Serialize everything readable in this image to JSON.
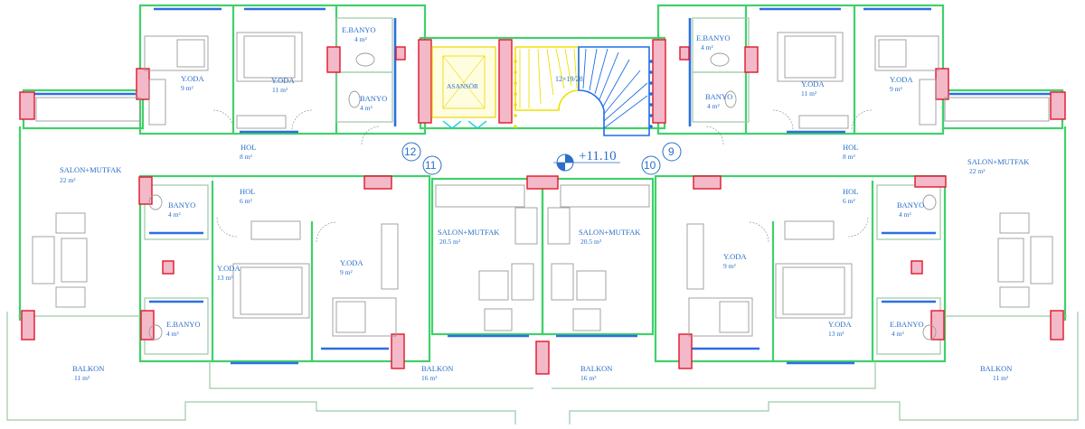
{
  "level": "+11.10",
  "apartments": [
    {
      "id": "a12",
      "number": "12"
    },
    {
      "id": "a11",
      "number": "11"
    },
    {
      "id": "a10",
      "number": "10"
    },
    {
      "id": "a9",
      "number": "9"
    }
  ],
  "elevator": {
    "label": "ASANSÖR"
  },
  "stair": {
    "note": "12×19/28"
  },
  "rooms": {
    "y_oda_9_tl": {
      "name": "Y.ODA",
      "area": "9 m²"
    },
    "y_oda_11_tl": {
      "name": "Y.ODA",
      "area": "11 m²"
    },
    "e_banyo_tl": {
      "name": "E.BANYO",
      "area": "4 m²"
    },
    "banyo_tl": {
      "name": "BANYO",
      "area": "4 m²"
    },
    "hol_8_l": {
      "name": "HOL",
      "area": "8 m²"
    },
    "salon_22_l": {
      "name": "SALON+MUTFAK",
      "area": "22 m²"
    },
    "hol_6_l": {
      "name": "HOL",
      "area": "6 m²"
    },
    "banyo_l": {
      "name": "BANYO",
      "area": "4 m²"
    },
    "y_oda_13_l": {
      "name": "Y.ODA",
      "area": "13 m²"
    },
    "y_oda_9_cl": {
      "name": "Y.ODA",
      "area": "9 m²"
    },
    "e_banyo_bl": {
      "name": "E.BANYO",
      "area": "4 m²"
    },
    "salon_205_cl": {
      "name": "SALON+MUTFAK",
      "area": "20.5 m²"
    },
    "salon_205_cr": {
      "name": "SALON+MUTFAK",
      "area": "20.5 m²"
    },
    "balkon_11_l": {
      "name": "BALKON",
      "area": "11 m²"
    },
    "balkon_16_cl": {
      "name": "BALKON",
      "area": "16 m²"
    },
    "balkon_16_cr": {
      "name": "BALKON",
      "area": "16 m²"
    },
    "e_banyo_tr": {
      "name": "E.BANYO",
      "area": "4 m²"
    },
    "banyo_tr": {
      "name": "BANYO",
      "area": "4 m²"
    },
    "y_oda_11_tr": {
      "name": "Y.ODA",
      "area": "11 m²"
    },
    "y_oda_9_tr": {
      "name": "Y.ODA",
      "area": "9 m²"
    },
    "hol_8_r": {
      "name": "HOL",
      "area": "8 m²"
    },
    "salon_22_r": {
      "name": "SALON+MUTFAK",
      "area": "22 m²"
    },
    "hol_6_r": {
      "name": "HOL",
      "area": "6 m²"
    },
    "banyo_r": {
      "name": "BANYO",
      "area": "4 m²"
    },
    "y_oda_9_cr": {
      "name": "Y.ODA",
      "area": "9 m²"
    },
    "y_oda_13_r": {
      "name": "Y.ODA",
      "area": "13 m²"
    },
    "e_banyo_br": {
      "name": "E.BANYO",
      "area": "4 m²"
    },
    "balkon_11_r": {
      "name": "BALKON",
      "area": "11 m²"
    }
  },
  "colors": {
    "walls": "#3fd16a",
    "columns": "#e0162b",
    "column_fill": "#f3b9c9",
    "labels": "#2a6fc9",
    "windows": "#2d6fe0",
    "stairs_yellow": "#f0e000",
    "stairs_blue": "#1e6fe6"
  }
}
